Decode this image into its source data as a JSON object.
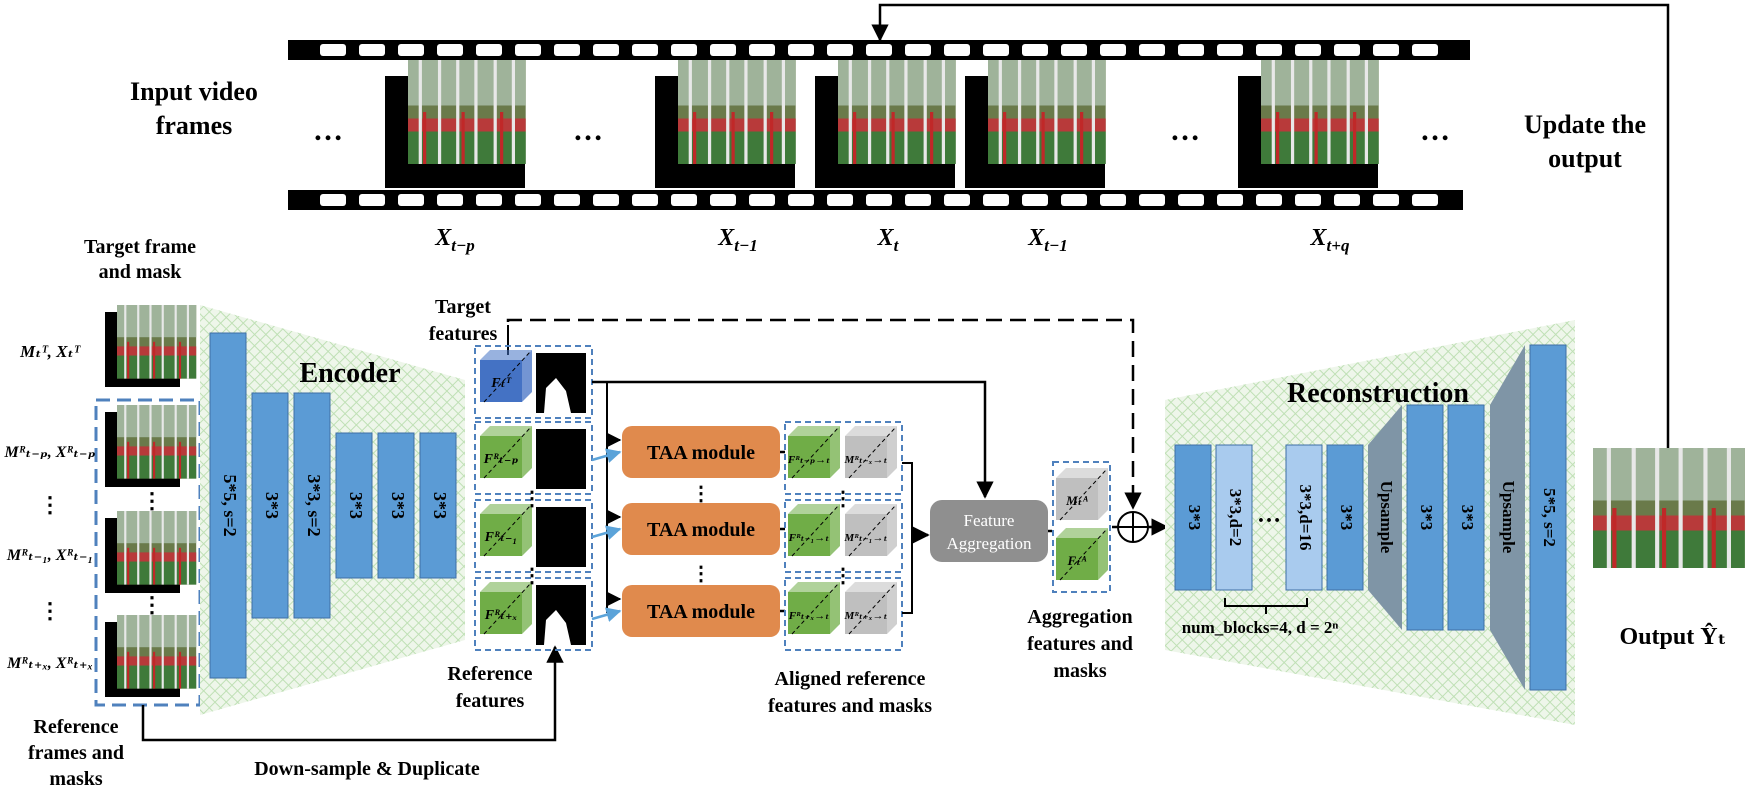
{
  "colors": {
    "blue_block": "#5b9bd5",
    "blue_light": "#a9cbee",
    "blue_dark": "#3f6fa5",
    "orange": "#e08a4d",
    "gray_block": "#8f8f8f",
    "cone_gray": "#7f95a6",
    "dashed_blue": "#4f81bd",
    "arrow_blue": "#5ba3d9",
    "green_feat": "#70ad47"
  },
  "top": {
    "input_label_1": "Input video",
    "input_label_2": "frames",
    "update_label_1": "Update the",
    "update_label_2": "output",
    "ellipsis": "…",
    "frame_labels": [
      {
        "base": "X",
        "sub": "t−p"
      },
      {
        "base": "X",
        "sub": "t−1"
      },
      {
        "base": "X",
        "sub": "t"
      },
      {
        "base": "X",
        "sub": "t−1"
      },
      {
        "base": "X",
        "sub": "t+q"
      }
    ]
  },
  "left": {
    "target_title_1": "Target frame",
    "target_title_2": "and mask",
    "target_pair": "Mₜᵀ, Xₜᵀ",
    "ref_pairs": [
      "Mᴿₜ₋ₚ, Xᴿₜ₋ₚ",
      "Mᴿₜ₋₁, Xᴿₜ₋₁",
      "Mᴿₜ₊ₓ, Xᴿₜ₊ₓ"
    ],
    "ref_title_1": "Reference",
    "ref_title_2": "frames and",
    "ref_title_3": "masks",
    "vdots": "⋮"
  },
  "encoder": {
    "title": "Encoder",
    "blocks": [
      "5*5, s=2",
      "3*3",
      "3*3, s=2",
      "3*3",
      "3*3",
      "3*3"
    ]
  },
  "features": {
    "target_label_1": "Target",
    "target_label_2": "features",
    "target_feat": "Fₜᵀ",
    "ref_feats": [
      "Fᴿₜ₋ₚ",
      "Fᴿₜ₋₁",
      "Fᴿₜ₊ₓ"
    ],
    "ref_label_1": "Reference",
    "ref_label_2": "features"
  },
  "taa": {
    "label": "TAA module",
    "count": 3
  },
  "aligned": {
    "feats": [
      "Fᴿₜ₋ₚ→ₜ",
      "Fᴿₜ₋₁→ₜ",
      "Fᴿₜ₊ₓ→ₜ"
    ],
    "masks": [
      "Mᴿₜ₋ₓ→ₜ",
      "Mᴿₜ₋₁→ₜ",
      "Mᴿₜ₊ₓ→ₜ"
    ],
    "label_1": "Aligned reference",
    "label_2": "features and masks"
  },
  "aggregation": {
    "box_1": "Feature",
    "box_2": "Aggregation",
    "mask": "Mₜᴬ",
    "feat": "Fₜᴬ",
    "label_1": "Aggregation",
    "label_2": "features and",
    "label_3": "masks"
  },
  "reconstruction": {
    "title": "Reconstruction",
    "blocks": [
      "3*3",
      "3*3,d=2",
      "3*3,d=16",
      "3*3",
      "3*3",
      "3*3",
      "5*5, s=2"
    ],
    "upsample": "Upsample",
    "note": "num_blocks=4, d = 2ⁿ"
  },
  "output": {
    "label": "Output Ŷₜ"
  },
  "bottom": {
    "downsample": "Down-sample & Duplicate"
  }
}
